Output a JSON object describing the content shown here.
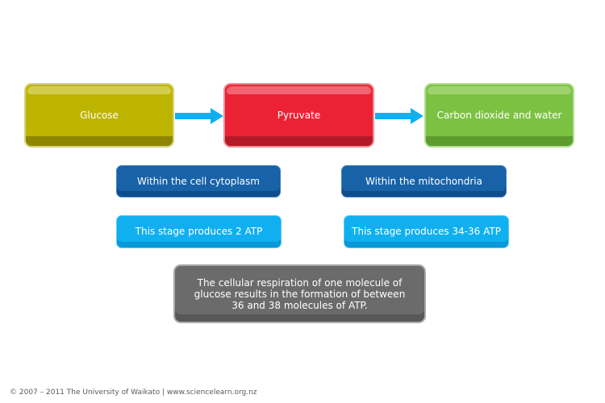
{
  "stages": {
    "glucose": "Glucose",
    "pyruvate": "Pyruvate",
    "products": "Carbon dioxide and water"
  },
  "locations": {
    "stage1": "Within the cell cytoplasm",
    "stage2": "Within the mitochondria"
  },
  "atp": {
    "stage1": "This stage produces 2 ATP",
    "stage2": "This stage produces 34-36 ATP"
  },
  "summary": "The cellular respiration of one molecule of glucose results in the formation of between 36 and 38 molecules of ATP.",
  "footer": "© 2007 – 2011 The University of Waikato | www.sciencelearn.org.nz",
  "colors": {
    "glucose": "#bdb400",
    "pyruvate": "#eb2233",
    "products": "#7cc242",
    "location": "#1862a8",
    "atp": "#10b0f0",
    "summary": "#6b6b6b",
    "arrow": "#10b0f0"
  }
}
